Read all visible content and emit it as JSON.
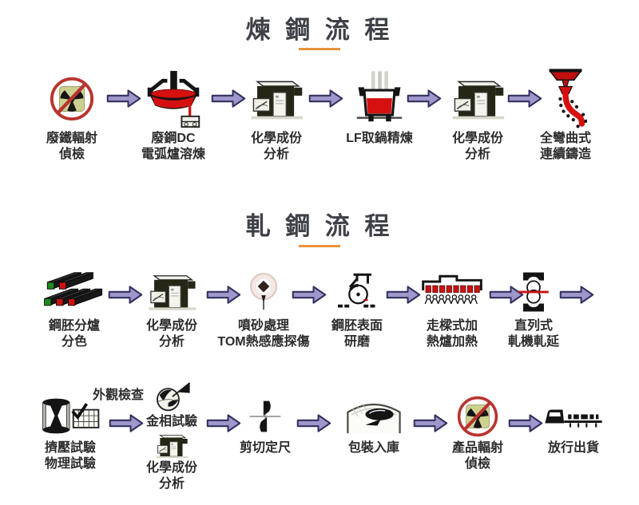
{
  "colors": {
    "background": "#ffffff",
    "title_text": "#3e4147",
    "title_underline": "#e8923a",
    "arrow_fill": "#9e97cb",
    "arrow_outline": "#31305e",
    "label_text": "#2c2c2c",
    "molten_red": "#d61010",
    "billet_green": "#1f8a1f",
    "billet_red": "#cc1111",
    "radiation_yellow": "#ccd18f",
    "ban_red": "#b8342e"
  },
  "section_steelmaking": {
    "title": "煉 鋼 流 程",
    "steps": [
      {
        "icon": "radiation-ban-icon",
        "lines": [
          "廢鐵輻射",
          "偵檢"
        ]
      },
      {
        "icon": "dc-arc-furnace-icon",
        "lines": [
          "廢鋼DC",
          "電弧爐溶煉"
        ]
      },
      {
        "icon": "chemical-analyzer-icon",
        "lines": [
          "化學成份",
          "分析"
        ]
      },
      {
        "icon": "ladle-furnace-icon",
        "lines": [
          "LF取鍋精煉"
        ]
      },
      {
        "icon": "chemical-analyzer-icon",
        "lines": [
          "化學成份",
          "分析"
        ]
      },
      {
        "icon": "continuous-casting-icon",
        "lines": [
          "全彎曲式",
          "連續鑄造"
        ]
      }
    ]
  },
  "section_rolling": {
    "title": "軋 鋼 流 程",
    "row1": [
      {
        "icon": "billets-icon",
        "lines": [
          "鋼胚分爐",
          "分色"
        ]
      },
      {
        "icon": "chemical-analyzer-icon",
        "lines": [
          "化學成份",
          "分析"
        ]
      },
      {
        "icon": "blast-sensor-icon",
        "lines": [
          "噴砂處理",
          "TOM熱感應探傷"
        ]
      },
      {
        "icon": "surface-grinder-icon",
        "lines": [
          "鋼胚表面",
          "研磨"
        ]
      },
      {
        "icon": "walking-beam-furnace-icon",
        "lines": [
          "走樑式加",
          "熱爐加熱"
        ]
      },
      {
        "icon": "rolling-mill-icon",
        "lines": [
          "直列式",
          "軋機軋延"
        ]
      }
    ],
    "row2": [
      {
        "icon": "press-test-icon",
        "lines": [
          "擠壓試驗",
          "物理試驗"
        ]
      },
      {
        "icon": "metallography-icon",
        "lines": [
          "金相試驗"
        ]
      },
      {
        "icon": "shear-icon",
        "lines": [
          "剪切定尺"
        ]
      },
      {
        "icon": "warehouse-icon",
        "lines": [
          "包裝入庫"
        ]
      },
      {
        "icon": "radiation-ban-icon",
        "lines": [
          "產品輻射",
          "偵檢"
        ]
      },
      {
        "icon": "truck-icon",
        "lines": [
          "放行出貨"
        ]
      }
    ],
    "inspection_extra": {
      "visual_label": "外觀檢查",
      "chem_lines": [
        "化學成份",
        "分析"
      ]
    }
  }
}
